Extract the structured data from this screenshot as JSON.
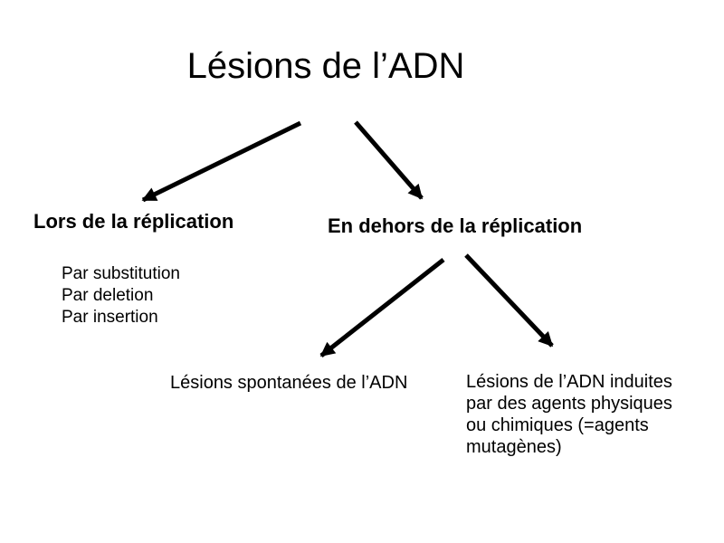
{
  "slide": {
    "title": "Lésions de l’ADN",
    "background_color": "#ffffff",
    "text_color": "#000000"
  },
  "diagram": {
    "branches": {
      "during_replication": {
        "label": "Lors de la réplication",
        "items": [
          "Par substitution",
          "Par deletion",
          "Par insertion"
        ]
      },
      "outside_replication": {
        "label": "En dehors de la réplication",
        "children": {
          "spontaneous": {
            "label": "Lésions spontanées de l’ADN"
          },
          "induced": {
            "label": "Lésions de l’ADN induites par des agents physiques ou chimiques (=agents mutagènes)",
            "lines": [
              "Lésions de l’ADN induites",
              "par des agents physiques",
              "ou chimiques (=agents",
              "mutagènes)"
            ]
          }
        }
      }
    },
    "edges": [
      {
        "from": "title",
        "to": "during_replication"
      },
      {
        "from": "title",
        "to": "outside_replication"
      },
      {
        "from": "outside_replication",
        "to": "spontaneous"
      },
      {
        "from": "outside_replication",
        "to": "induced"
      }
    ],
    "arrow_color": "#000000"
  }
}
